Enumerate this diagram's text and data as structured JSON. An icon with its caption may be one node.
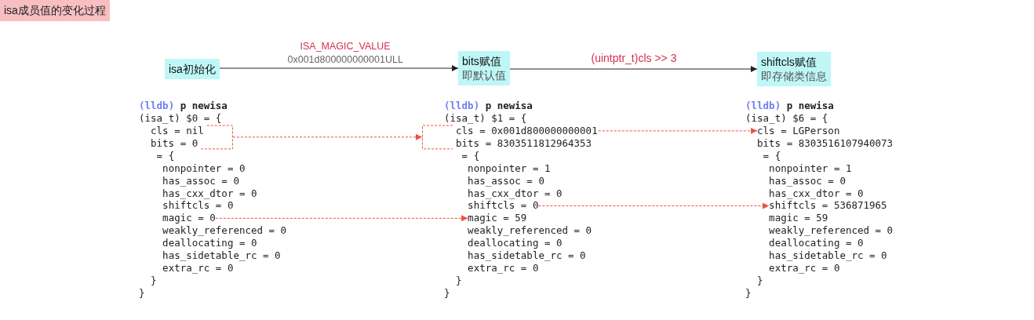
{
  "diagram": {
    "title": "isa成员值的变化过程",
    "nodes": [
      {
        "text": [
          "isa初始化"
        ]
      },
      {
        "text": [
          "bits赋值",
          "即默认值"
        ]
      },
      {
        "text": [
          "shiftcls赋值",
          "即存储类信息"
        ]
      },
      {
        "text": [
          "cls = nil",
          "bits = 0"
        ]
      },
      {
        "text": [
          "magic = 0"
        ]
      },
      {
        "text": [
          "cls = 0x001d800000000001",
          "bits = 8303511812964353"
        ]
      },
      {
        "text": [
          "shiftcls = 0"
        ]
      },
      {
        "text": [
          "magic = 59"
        ]
      },
      {
        "text": [
          "cls = LGPerson"
        ]
      },
      {
        "text": [
          "shiftcls = 536871965"
        ]
      }
    ],
    "edges": [
      {
        "from": 0,
        "to": 1,
        "arrow": "to",
        "label": "ISA_MAGIC_VALUE",
        "color": "#222222"
      },
      {
        "from": 1,
        "to": 2,
        "arrow": "to",
        "label": "(uintptr_t)cls >> 3",
        "color": "#222222"
      },
      {
        "from": 3,
        "to": 5,
        "arrow": "to",
        "style": "dashed",
        "color": "#f0503c"
      },
      {
        "from": 4,
        "to": 7,
        "arrow": "to",
        "style": "dashed",
        "color": "#f0503c"
      },
      {
        "from": 5,
        "to": 8,
        "arrow": "to",
        "style": "dashed",
        "color": "#f0503c"
      },
      {
        "from": 6,
        "to": 9,
        "arrow": "to",
        "style": "dashed",
        "color": "#f0503c"
      }
    ],
    "labels": [
      "0x001d800000000001ULL",
      "(lldb) p newisa",
      "(isa_t) $0 = {",
      "= {",
      "nonpointer = 0",
      "has_assoc = 0",
      "has_cxx_dtor = 0",
      "shiftcls = 0",
      "weakly_referenced = 0",
      "deallocating = 0",
      "has_sidetable_rc = 0",
      "extra_rc = 0",
      "}",
      "}",
      "(lldb) p newisa",
      "(isa_t) $1 = {",
      "= {",
      "nonpointer = 1",
      "has_assoc = 0",
      "has_cxx_dtor = 0",
      "weakly_referenced = 0",
      "deallocating = 0",
      "has_sidetable_rc = 0",
      "extra_rc = 0",
      "}",
      "}",
      "(lldb) p newisa",
      "(isa_t) $6 = {",
      "bits = 8303516107940073",
      "= {",
      "nonpointer = 1",
      "has_assoc = 0",
      "has_cxx_dtor = 0",
      "magic = 59",
      "weakly_referenced = 0",
      "deallocating = 0",
      "has_sidetable_rc = 0",
      "extra_rc = 0",
      "}",
      "}"
    ]
  }
}
